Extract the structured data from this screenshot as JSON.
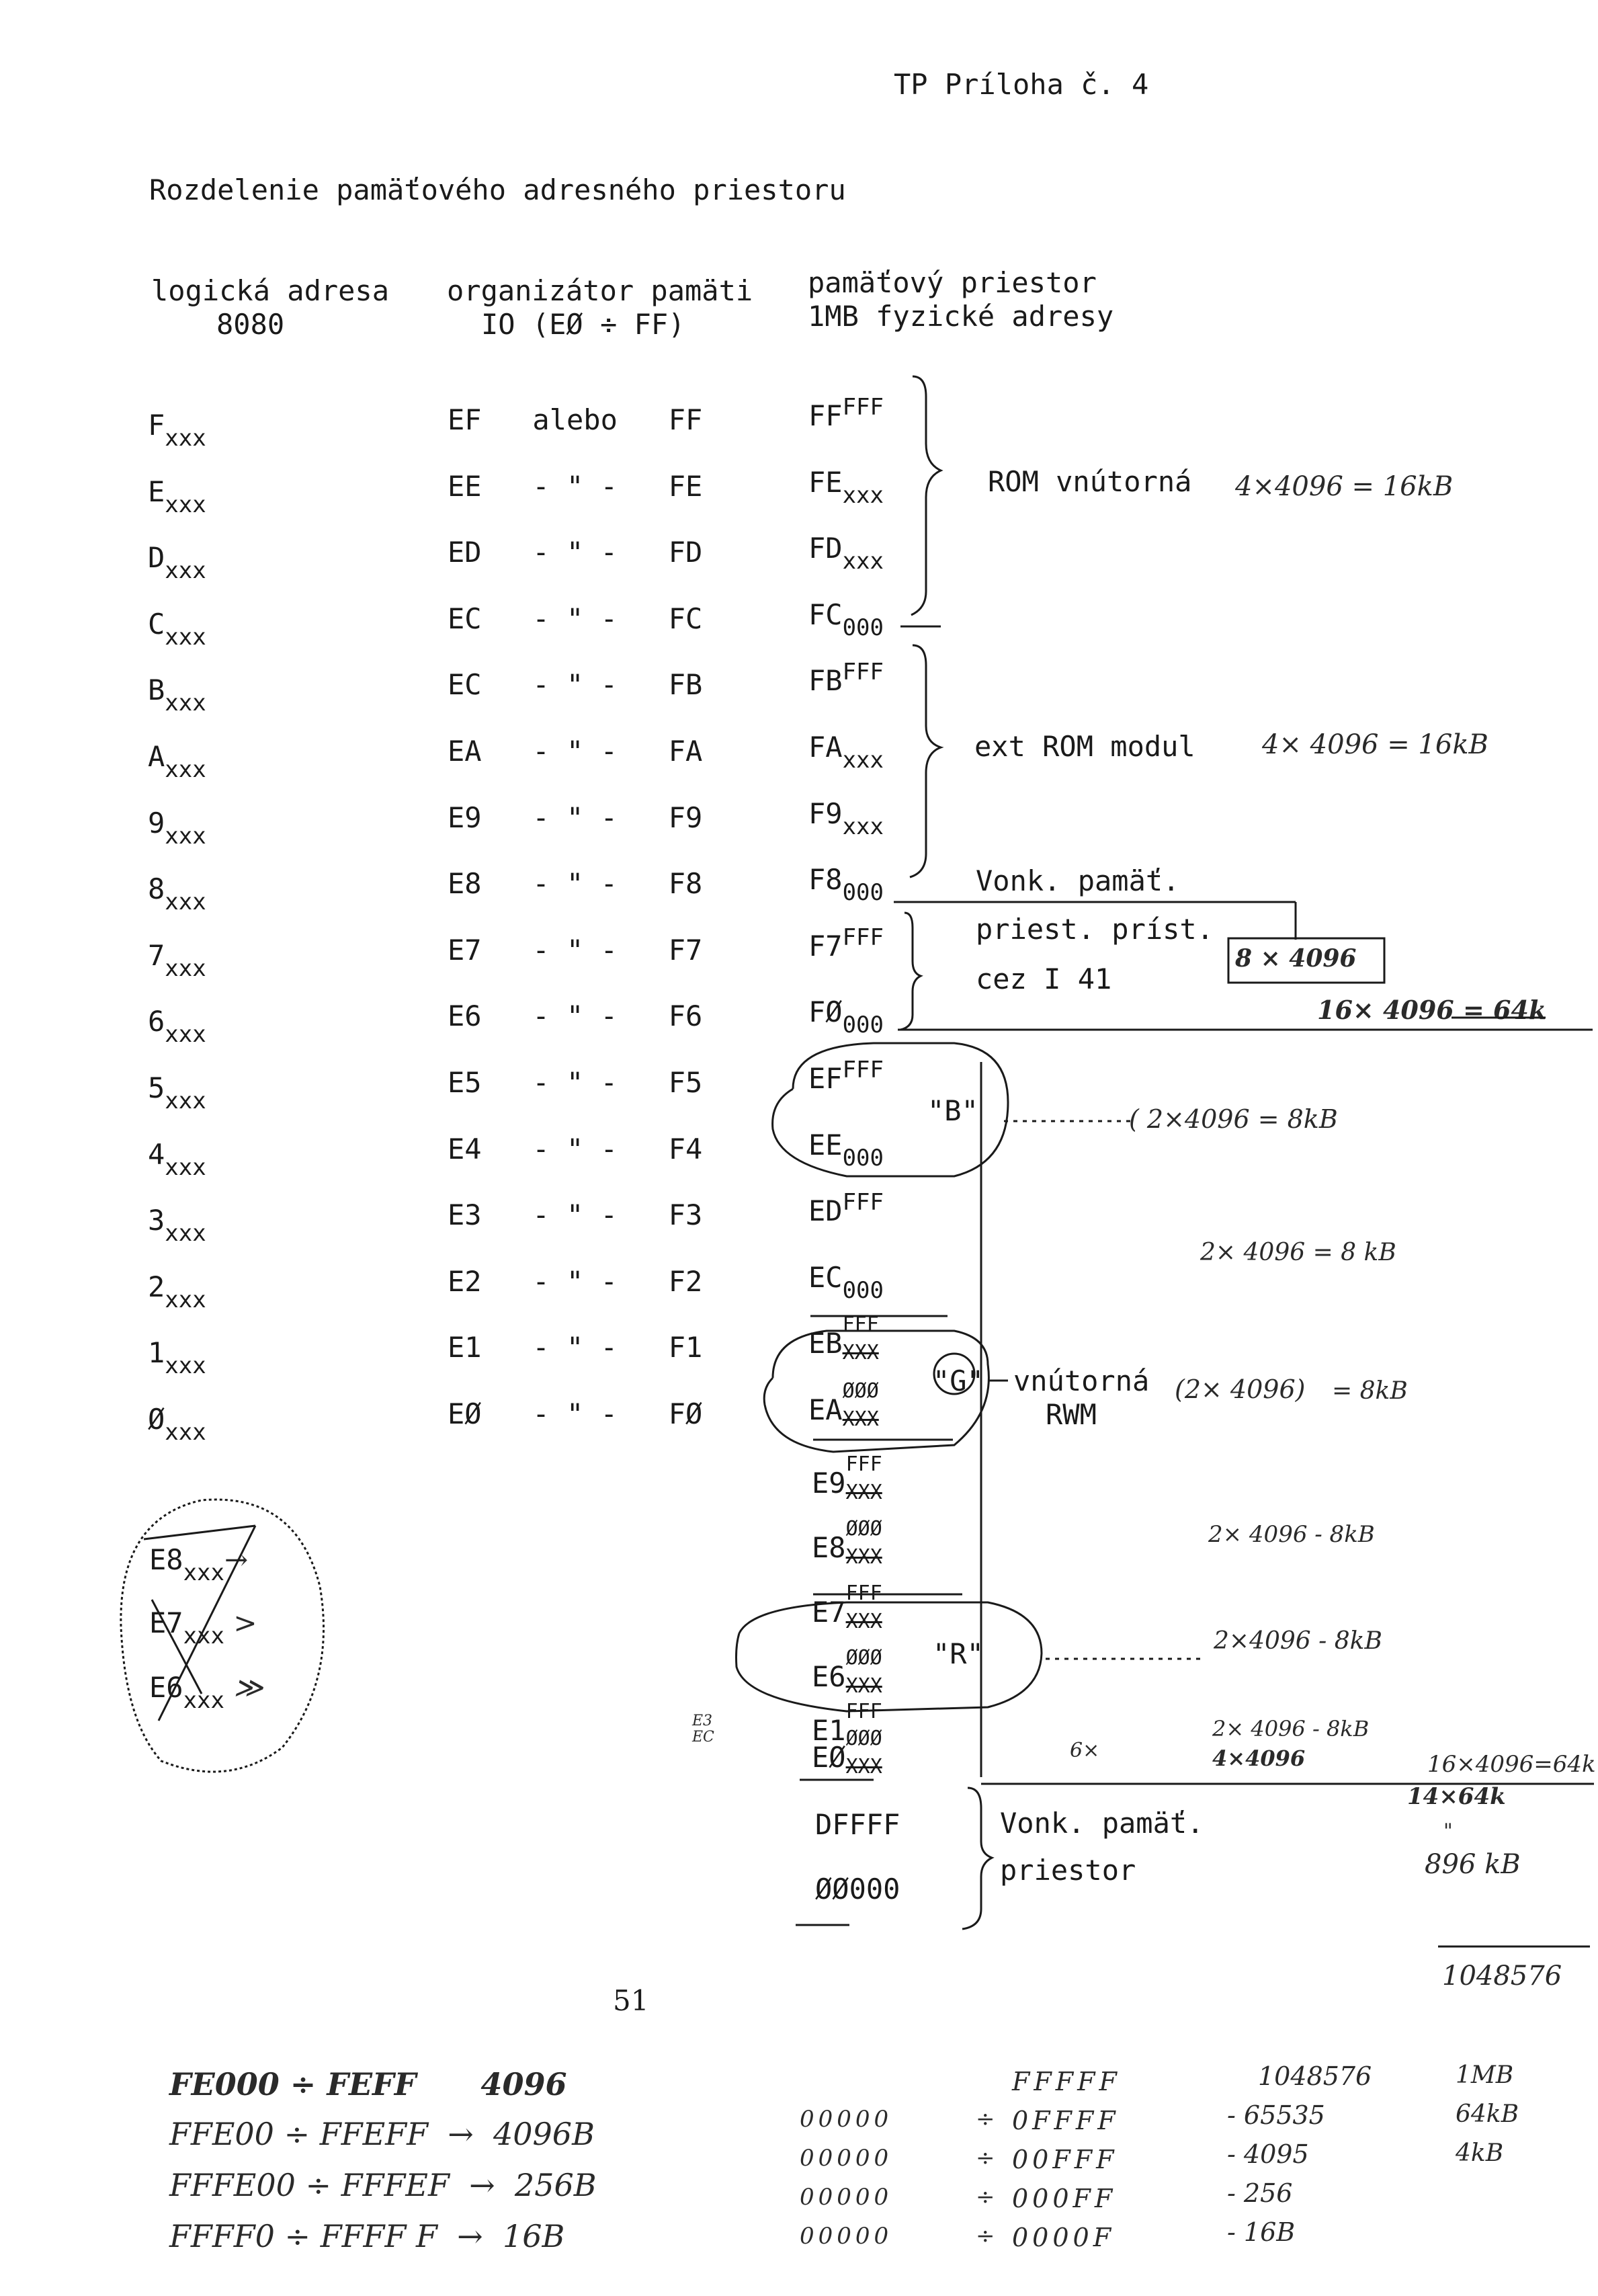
{
  "doc": {
    "header": "TP Príloha č. 4",
    "title": "Rozdelenie pamäťového adresného priestoru",
    "page_number": "51"
  },
  "columns": {
    "logical": [
      "logická adresa",
      "8080"
    ],
    "organizer": [
      "organizátor pamäti",
      "IO (EØ ÷ FF)"
    ],
    "space": [
      "pamäťový priestor",
      "1MB fyzické adresy"
    ]
  },
  "rows": [
    {
      "logical": "F",
      "lsub": "xxx",
      "org": "EF   alebo   FF",
      "phys": "FF",
      "ppos": "sup",
      "psuf": "FFF"
    },
    {
      "logical": "E",
      "lsub": "xxx",
      "org": "EE   - \" -   FE",
      "phys": "FE",
      "ppos": "sub",
      "psuf": "xxx"
    },
    {
      "logical": "D",
      "lsub": "xxx",
      "org": "ED   - \" -   FD",
      "phys": "FD",
      "ppos": "sub",
      "psuf": "xxx"
    },
    {
      "logical": "C",
      "lsub": "xxx",
      "org": "EC   - \" -   FC",
      "phys": "FC",
      "ppos": "sub",
      "psuf": "000"
    },
    {
      "logical": "B",
      "lsub": "xxx",
      "org": "EC   - \" -   FB",
      "phys": "FB",
      "ppos": "sup",
      "psuf": "FFF"
    },
    {
      "logical": "A",
      "lsub": "xxx",
      "org": "EA   - \" -   FA",
      "phys": "FA",
      "ppos": "sub",
      "psuf": "xxx"
    },
    {
      "logical": "9",
      "lsub": "xxx",
      "org": "E9   - \" -   F9",
      "phys": "F9",
      "ppos": "sub",
      "psuf": "xxx"
    },
    {
      "logical": "8",
      "lsub": "xxx",
      "org": "E8   - \" -   F8",
      "phys": "F8",
      "ppos": "sub",
      "psuf": "000"
    },
    {
      "logical": "7",
      "lsub": "xxx",
      "org": "E7   - \" -   F7",
      "phys": "F7",
      "ppos": "sup",
      "psuf": "FFF"
    },
    {
      "logical": "6",
      "lsub": "xxx",
      "org": "E6   - \" -   F6",
      "phys": "FØ",
      "ppos": "sub",
      "psuf": "000"
    },
    {
      "logical": "5",
      "lsub": "xxx",
      "org": "E5   - \" -   F5",
      "phys": "EF",
      "ppos": "sup",
      "psuf": "FFF"
    },
    {
      "logical": "4",
      "lsub": "xxx",
      "org": "E4   - \" -   F4",
      "phys": "EE",
      "ppos": "sub",
      "psuf": "000"
    },
    {
      "logical": "3",
      "lsub": "xxx",
      "org": "E3   - \" -   F3",
      "phys": "ED",
      "ppos": "sup",
      "psuf": "FFF"
    },
    {
      "logical": "2",
      "lsub": "xxx",
      "org": "E2   - \" -   F2",
      "phys": "EC",
      "ppos": "sub",
      "psuf": "000"
    },
    {
      "logical": "1",
      "lsub": "xxx",
      "org": "E1   - \" -   F1",
      "phys": "EB",
      "ppos": "stk",
      "psuf": "FFF",
      "psuf2": "XXX"
    },
    {
      "logical": "Ø",
      "lsub": "xxx",
      "org": "EØ   - \" -   FØ",
      "phys": "EA",
      "ppos": "stk",
      "psuf": "ØØØ",
      "psuf2": "XXX"
    }
  ],
  "extra_phys": [
    {
      "phys": "E9",
      "psuf": "FFF",
      "psuf2": "XXX"
    },
    {
      "phys": "E8",
      "psuf": "ØØØ",
      "psuf2": "XXX"
    },
    {
      "phys": "E7",
      "psuf": "FFF",
      "psuf2": "XXX"
    },
    {
      "phys": "E6",
      "psuf": "ØØØ",
      "psuf2": "XXX"
    },
    {
      "phys": "E1",
      "psuf": "FFF",
      "psuf2": ""
    },
    {
      "phys": "EØ",
      "psuf": "ØØØ",
      "psuf2": "XXX"
    }
  ],
  "ext_rows": [
    "DFFFF",
    "ØØ000"
  ],
  "ext_side": [
    "E3",
    "EC"
  ],
  "region_labels": {
    "rom_int": "ROM vnútorná",
    "rom_ext": "ext   ROM modul",
    "vonk1": "Vonk. pamäť.",
    "vonk2": "priest. príst.",
    "vonk3": "cez I 41",
    "b": "\"B\"",
    "g": "\"G\"",
    "r": "\"R\"",
    "rwm1": "vnútorná",
    "rwm2": "RWM",
    "vonk_pr1": "Vonk.   pamäť.",
    "vonk_pr2": "priestor"
  },
  "circled": {
    "e8": "E8",
    "e7": "E7",
    "e6": "E6",
    "sfx": "xxx",
    "a1": "→",
    "a2": ">",
    "a3": "≫"
  },
  "notes": {
    "n1": "4×4096  =  16kB",
    "n2": "4× 4096 =  16kB",
    "n3": "8 × 4096",
    "n4": "16× 4096 =  64k",
    "n5": "(   2×4096  =    8kB",
    "n6": "2× 4096   = 8 kB",
    "n7": "(2×  4096)",
    "n8": "= 8kB",
    "n9": "2× 4096  - 8kB",
    "n10": "2×4096  - 8kB",
    "n11": "2× 4096  - 8kB",
    "n12": "4×4096",
    "n13": "6×",
    "n14": "16×4096=64k",
    "n15": "14×64k",
    "n16": "896 kB",
    "n17": "1048576",
    "n18": "\""
  },
  "bottom": {
    "left": [
      "FE000 ÷ FEFF      4096",
      "FFE00 ÷ FFEFF  →  4096B",
      "FFFE00 ÷ FFFEF  →  256B",
      "FFFF0 ÷ FFFF F  →  16B"
    ],
    "right_ranges": [
      [
        "",
        "FFFFF"
      ],
      [
        "00000",
        "0FFFF"
      ],
      [
        "00000",
        "00FFF"
      ],
      [
        "00000",
        "000FF"
      ],
      [
        "00000",
        "0000F"
      ]
    ],
    "right_values": [
      "1048576",
      "- 65535",
      "- 4095",
      "- 256",
      "- 16B"
    ],
    "right_units": [
      "1MB",
      "64kB",
      "4kB"
    ]
  }
}
